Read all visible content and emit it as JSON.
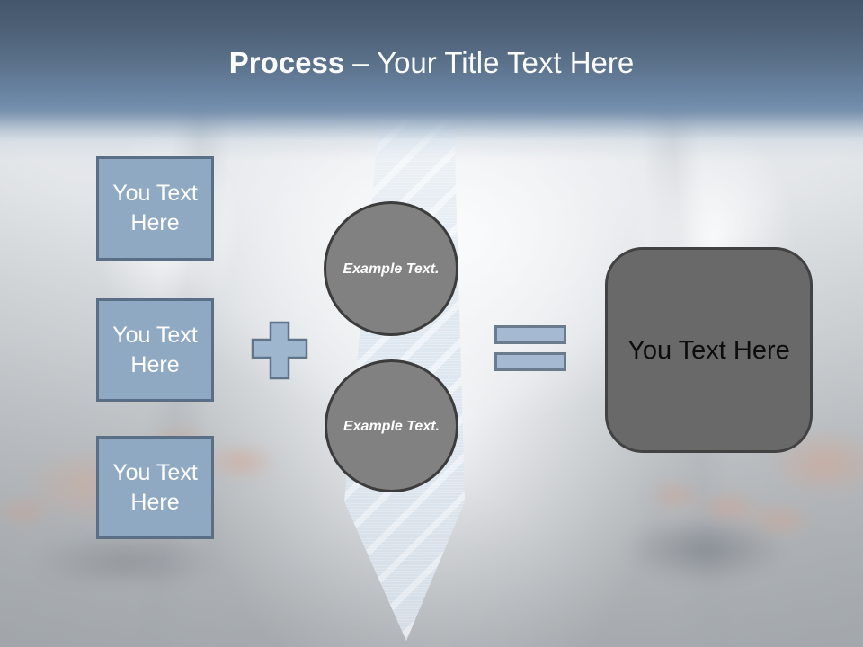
{
  "slide": {
    "title": {
      "keyword": "Process",
      "rest": "– Your Title Text Here"
    },
    "equation": {
      "inputs": [
        {
          "label": "You Text Here"
        },
        {
          "label": "You Text Here"
        },
        {
          "label": "You Text Here"
        }
      ],
      "plus_icon": "plus-sign",
      "circles": [
        {
          "label": "Example Text."
        },
        {
          "label": "Example Text."
        }
      ],
      "equals_icon": "equals-sign",
      "result": {
        "label": "You Text Here"
      }
    },
    "colors": {
      "band_top": "#44566a",
      "band_bottom": "#6e8aa8",
      "title_text": "#fbfcfd",
      "input_box_fill": "#8fa9c3",
      "input_box_border": "#5a6e86",
      "plus_fill": "#9fb6cf",
      "plus_border": "#60748a",
      "equals_fill": "#a5bad2",
      "equals_border": "#6a7b8e",
      "circle_fill": "#818181",
      "circle_border": "#3c3c3c",
      "result_fill": "#696969",
      "result_border": "#424242",
      "result_text": "#0c0c0c",
      "tie_base": "#dbe4ee",
      "tie_stripe": "#edf3f9"
    }
  }
}
